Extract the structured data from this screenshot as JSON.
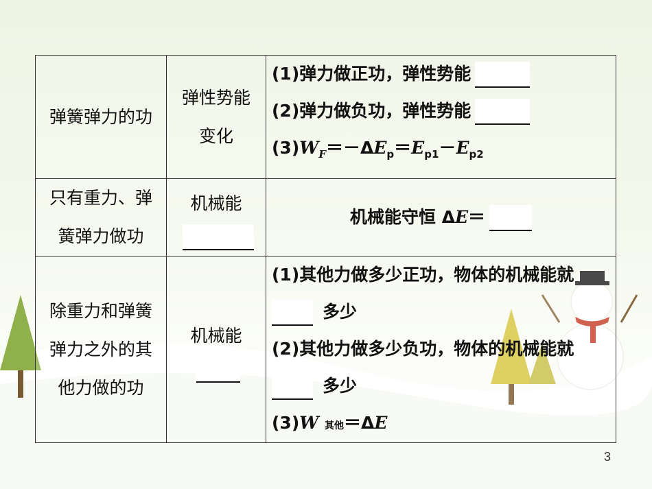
{
  "page_number": "3",
  "rows": [
    {
      "col1": [
        "弹簧弹力的功"
      ],
      "col2": [
        "弹性势能",
        "变化"
      ],
      "col3": {
        "l1": "(1)弹力做正功，弹性势能",
        "l2": "(2)弹力做负功，弹性势能",
        "l3_prefix": "(3)",
        "W": "W",
        "F": "F",
        "eq": "＝－Δ",
        "E": "E",
        "p": "p",
        "eq2": "＝",
        "p1": "p1",
        "minus": "－",
        "p2": "p2"
      }
    },
    {
      "col1": [
        "只有重力、弹",
        "簧弹力做功"
      ],
      "col2": [
        "机械能"
      ],
      "col3": {
        "text": "机械能守恒 Δ",
        "E": "E",
        "eq": "＝"
      }
    },
    {
      "col1": [
        "除重力和弹簧",
        "弹力之外的其",
        "他力做的功"
      ],
      "col2": [
        "机械能"
      ],
      "col3": {
        "l1": "(1)其他力做多少正功，物体的机械能就",
        "l2": "多少",
        "l3": "(2)其他力做多少负功，物体的机械能就",
        "l4": "多少",
        "l5_prefix": "(3)",
        "W": "W",
        "sub": "其他",
        "l5_suffix": "＝Δ",
        "E": "E"
      }
    }
  ],
  "colors": {
    "border": "#333333",
    "text": "#111111"
  }
}
